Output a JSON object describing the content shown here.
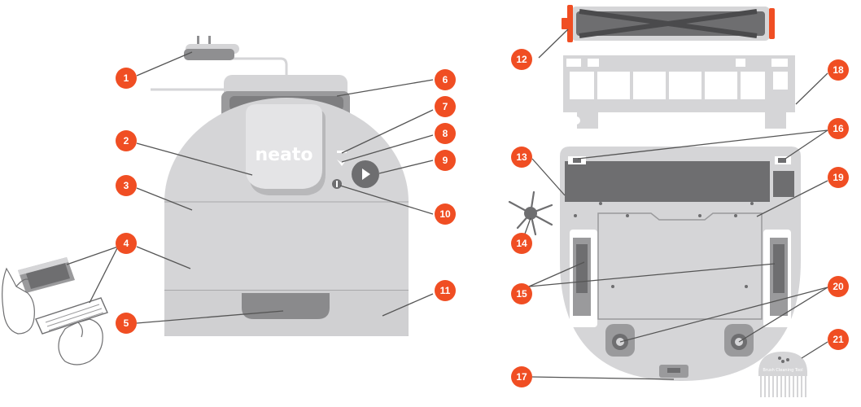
{
  "brand": "neato",
  "tool_label": "Brush Cleaning Tool",
  "colors": {
    "callout": "#F04E23",
    "body": "#D5D5D7",
    "body_dark": "#C2C2C4",
    "shade": "#8F8F91",
    "dark": "#6E6E70",
    "line": "#555555",
    "accent_orange": "#F04E23"
  },
  "callouts": [
    {
      "id": "1",
      "label": "1"
    },
    {
      "id": "2",
      "label": "2"
    },
    {
      "id": "3",
      "label": "3"
    },
    {
      "id": "4",
      "label": "4"
    },
    {
      "id": "5",
      "label": "5"
    },
    {
      "id": "6",
      "label": "6"
    },
    {
      "id": "7",
      "label": "7"
    },
    {
      "id": "8",
      "label": "8"
    },
    {
      "id": "9",
      "label": "9"
    },
    {
      "id": "10",
      "label": "10"
    },
    {
      "id": "11",
      "label": "11"
    },
    {
      "id": "12",
      "label": "12"
    },
    {
      "id": "13",
      "label": "13"
    },
    {
      "id": "14",
      "label": "14"
    },
    {
      "id": "15",
      "label": "15"
    },
    {
      "id": "16",
      "label": "16"
    },
    {
      "id": "17",
      "label": "17"
    },
    {
      "id": "18",
      "label": "18"
    },
    {
      "id": "19",
      "label": "19"
    },
    {
      "id": "20",
      "label": "20"
    },
    {
      "id": "21",
      "label": "21"
    }
  ]
}
